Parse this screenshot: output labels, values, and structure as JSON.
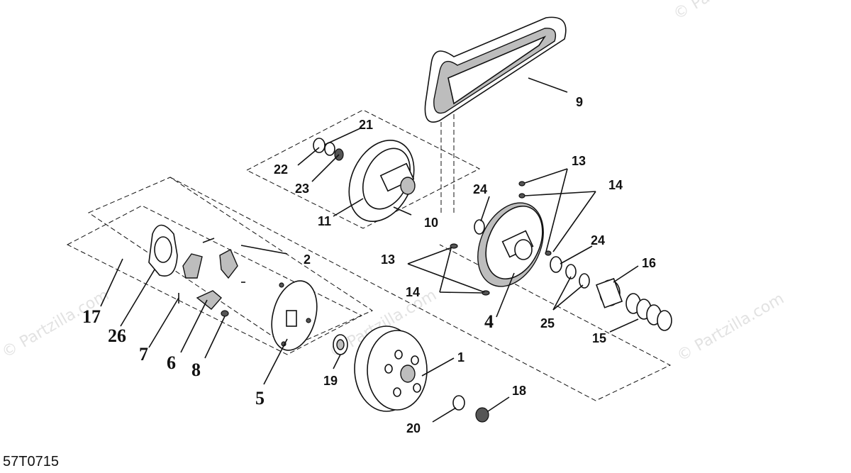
{
  "diagram": {
    "code": "57T0715",
    "watermark_text": "© Partzilla.com",
    "callouts": [
      "1",
      "2",
      "4",
      "5",
      "6",
      "7",
      "8",
      "9",
      "10",
      "11",
      "13",
      "13",
      "14",
      "14",
      "15",
      "16",
      "17",
      "18",
      "19",
      "20",
      "21",
      "22",
      "23",
      "24",
      "24",
      "25",
      "26"
    ]
  }
}
